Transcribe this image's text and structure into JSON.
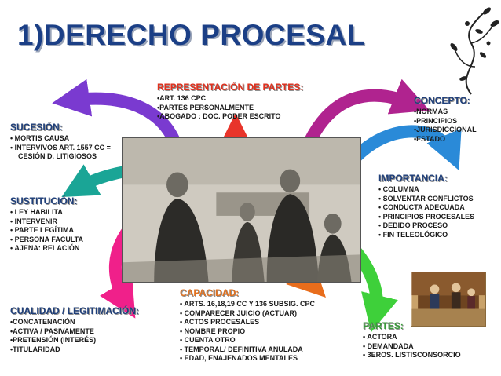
{
  "title": "1)DERECHO PROCESAL",
  "representacion": {
    "heading": "REPRESENTACIÓN DE PARTES:",
    "items": [
      "•ART. 136 CPC",
      "•PARTES PERSONALMENTE",
      "•ABOGADO : DOC. PODER ESCRITO"
    ]
  },
  "concepto": {
    "heading": "CONCEPTO:",
    "items": [
      "•NORMAS",
      "•PRINCIPIOS",
      "•JURISDICCIONAL",
      "•ESTADO"
    ]
  },
  "sucesion": {
    "heading": "SUCESIÓN:",
    "items": [
      "• MORTIS CAUSA",
      "• INTERVIVOS ART. 1557 CC =",
      "CESIÓN D. LITIGIOSOS"
    ]
  },
  "importancia": {
    "heading": "IMPORTANCIA:",
    "items": [
      "• COLUMNA",
      "• SOLVENTAR CONFLICTOS",
      "• CONDUCTA ADECUADA",
      "• PRINCIPIOS PROCESALES",
      "• DEBIDO PROCESO",
      "• FIN TELEOLÓGICO"
    ]
  },
  "sustitucion": {
    "heading": "SUSTITUCIÓN:",
    "items": [
      "• LEY HABILITA",
      "• INTERVENIR",
      "• PARTE LEGÍTIMA",
      "• PERSONA FACULTA",
      "• AJENA: RELACIÓN"
    ]
  },
  "capacidad": {
    "heading": "CAPACIDAD:",
    "items": [
      "• ARTS. 16,18,19 CC Y 136 SUBSIG. CPC",
      "• COMPARECER JUICIO (ACTUAR)",
      "• ACTOS PROCESALES",
      "• NOMBRE PROPIO",
      "• CUENTA OTRO",
      "• TEMPORAL/ DEFINITIVA ANULADA",
      "• EDAD, ENAJENADOS MENTALES"
    ]
  },
  "cualidad": {
    "heading": "CUALIDAD / LEGITIMACIÓN:",
    "items": [
      "•CONCATENACIÓN",
      "•ACTIVA / PASIVAMENTE",
      "•PRETENSIÓN (INTERÉS)",
      "•TITULARIDAD"
    ]
  },
  "partes": {
    "heading": "PARTES:",
    "items": [
      "• ACTORA",
      "• DEMANDADA",
      "• 3EROS. LISTISCONSORCIO"
    ]
  },
  "colors": {
    "title": "#1b3f86",
    "arrow_red": "#e8342a",
    "arrow_purple": "#7a3ad0",
    "arrow_magenta": "#b0238f",
    "arrow_blue": "#2a8ad8",
    "arrow_teal": "#1aa596",
    "arrow_pink": "#f0208a",
    "arrow_orange": "#e86d1c",
    "arrow_green": "#3ed03a"
  },
  "images": [
    "courtroom-lithograph",
    "courtroom-painting",
    "floral-ornament"
  ]
}
